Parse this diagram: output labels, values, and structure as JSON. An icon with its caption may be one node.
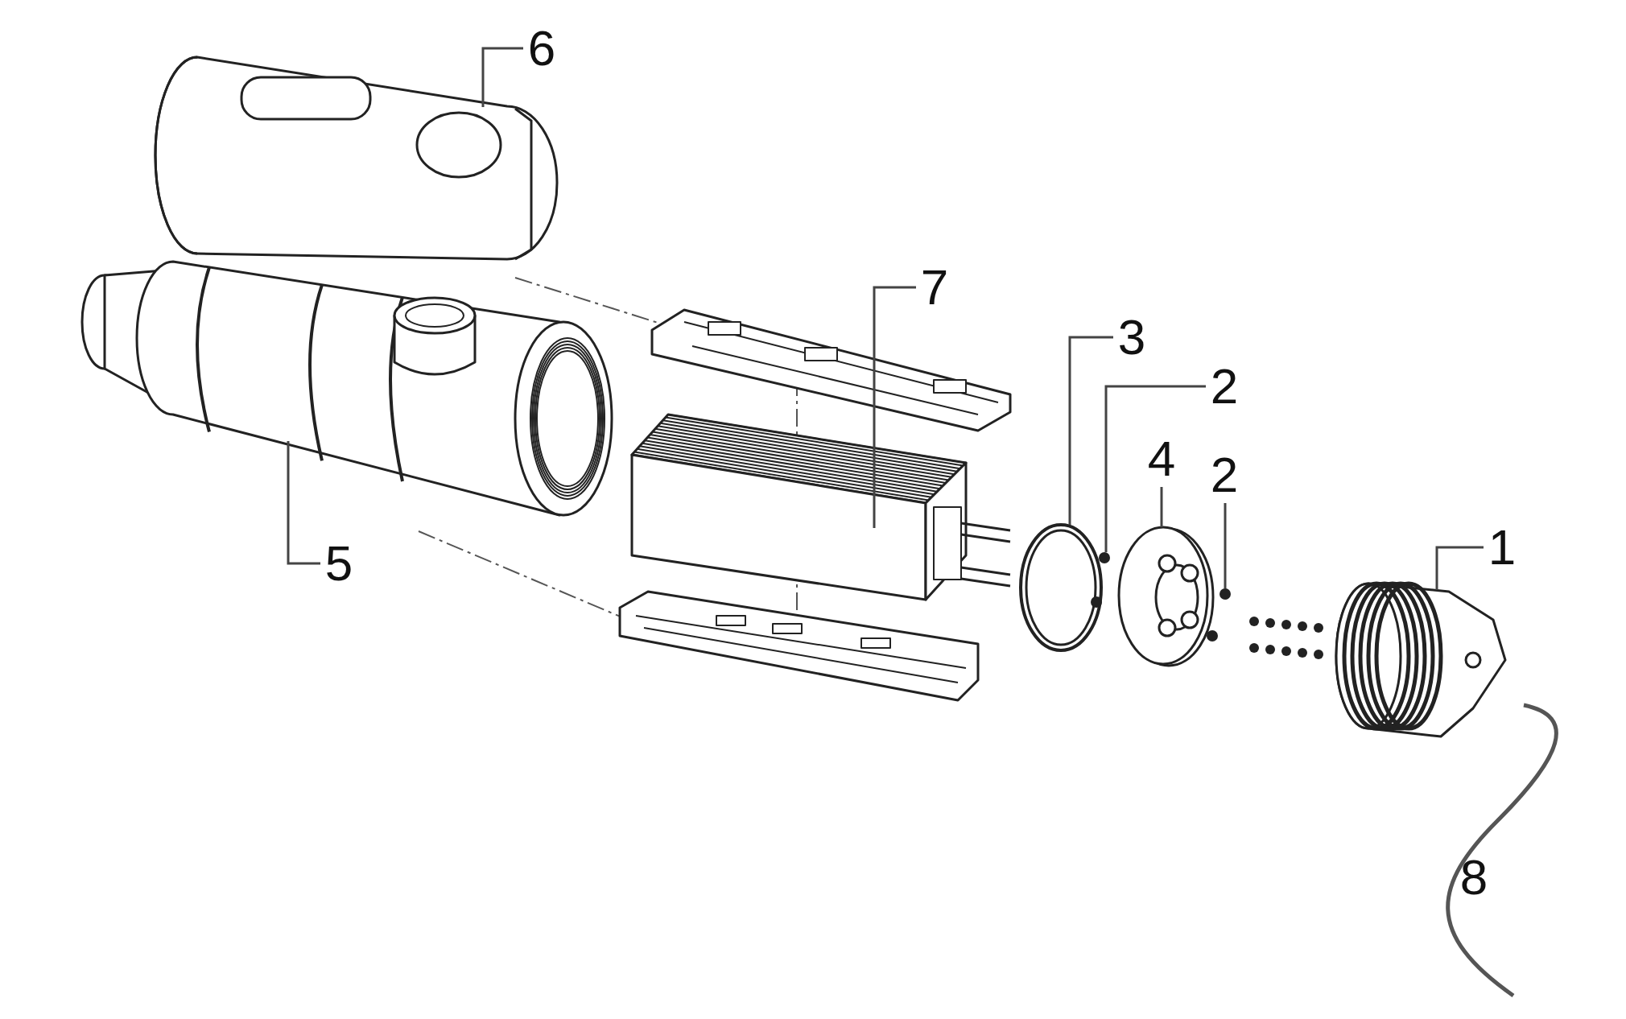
{
  "diagram": {
    "nodes": [
      {
        "text": [
          "6"
        ]
      },
      {
        "text": [],
        "shape": "picture"
      },
      {
        "text": [
          "5"
        ]
      },
      {
        "text": [],
        "shape": "picture"
      },
      {
        "text": [
          "7"
        ]
      },
      {
        "text": [],
        "shape": "picture"
      },
      {
        "text": [
          "3"
        ]
      },
      {
        "text": [],
        "shape": "picture"
      },
      {
        "text": [
          "2"
        ]
      },
      {
        "text": [],
        "shape": "picture"
      },
      {
        "text": [
          "4"
        ]
      },
      {
        "text": [],
        "shape": "picture"
      },
      {
        "text": [
          "2"
        ]
      },
      {
        "text": [],
        "shape": "picture"
      },
      {
        "text": [
          "1"
        ]
      },
      {
        "text": [],
        "shape": "picture"
      }
    ],
    "edges": [
      {
        "from": 0,
        "to": 1,
        "arrow": "none"
      },
      {
        "from": 2,
        "to": 3,
        "arrow": "none"
      },
      {
        "from": 4,
        "to": 5,
        "arrow": "none"
      },
      {
        "from": 6,
        "to": 7,
        "arrow": "none"
      },
      {
        "from": 8,
        "to": 9,
        "arrow": "none"
      },
      {
        "from": 10,
        "to": 11,
        "arrow": "none"
      },
      {
        "from": 12,
        "to": 13,
        "arrow": "none"
      },
      {
        "from": 14,
        "to": 15,
        "arrow": "none"
      }
    ],
    "labels": [
      "8"
    ]
  }
}
